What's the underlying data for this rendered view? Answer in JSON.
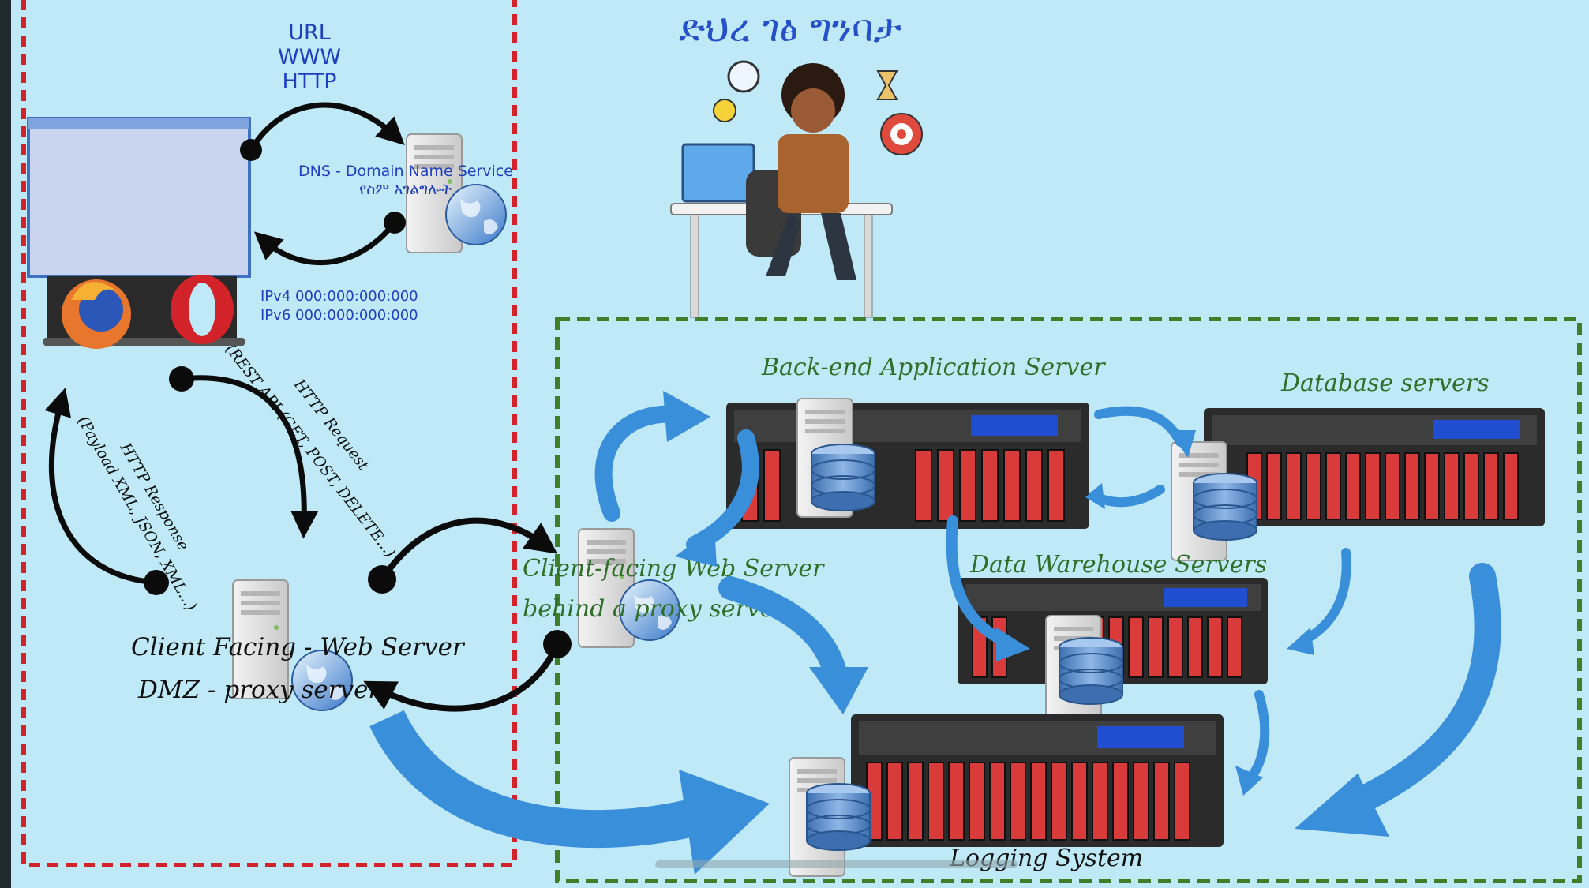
{
  "title": "ድህረ ገፅ ግንባታ",
  "colors": {
    "background": "#bfe9f6",
    "frame_left": "#d3232a",
    "frame_right": "#3f7f2a",
    "blue_arrow": "#3a8fdb",
    "black_arrow": "#0b0b0b",
    "server_rack": "#2b2b2b",
    "drive_red": "#d93a3a",
    "title_blue": "#2550c8"
  },
  "left_panel": {
    "url_lines": [
      "URL",
      "WWW",
      "HTTP"
    ],
    "dns_label": "DNS - Domain Name Service",
    "dns_label_amharic": "የስም አገልግሎት",
    "ipv4": "IPv4 000:000:000:000",
    "ipv6": "IPv6 000:000:000:000",
    "http_request": "HTTP Request",
    "rest_api": "(REST API (GET, POST, DELETE...)",
    "http_response": "HTTP Response",
    "payload": "(Payload XML, JSON, XML...)",
    "web_server_line1": "Client Facing - Web Server",
    "web_server_line2": "DMZ - proxy server",
    "icons": [
      "browser-window-icon",
      "firefox-icon",
      "opera-icon",
      "dns-server-icon",
      "web-server-icon"
    ]
  },
  "right_panel": {
    "backend": "Back-end Application Server",
    "database": "Database servers",
    "warehouse": "Data Warehouse Servers",
    "proxy_line1": "Client-facing Web Server",
    "proxy_line2": "behind a proxy server",
    "logging": "Logging System"
  }
}
